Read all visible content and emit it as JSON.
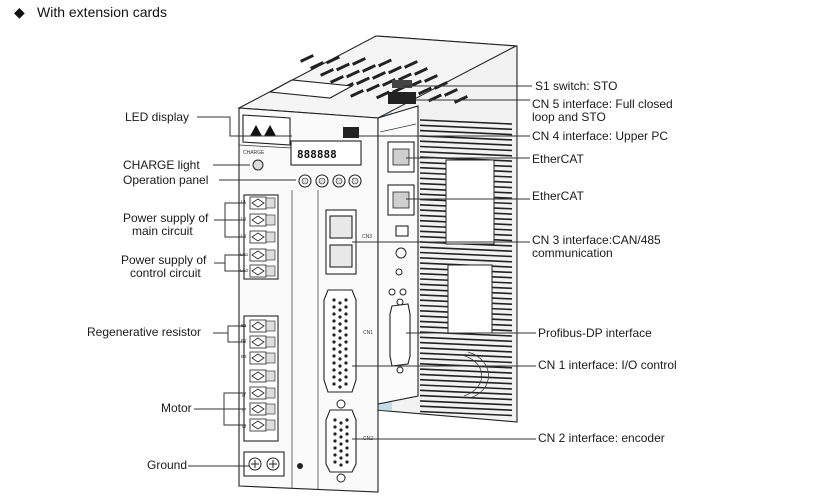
{
  "header": {
    "bullet": "◆",
    "title": "With extension cards"
  },
  "labels": {
    "led_display": "LED display",
    "charge_light": "CHARGE  light",
    "operation_panel": "Operation panel",
    "power_main_1": "Power supply of",
    "power_main_2": "main circuit",
    "power_control_1": "Power supply of",
    "power_control_2": "control circuit",
    "regenerative_resistor": "Regenerative resistor",
    "motor": "Motor",
    "ground": "Ground",
    "s1_switch": "S1 switch: STO",
    "cn5_1": "CN 5 interface: Full closed",
    "cn5_2": "loop and STO",
    "cn4": "CN 4 interface: Upper PC",
    "ethercat_1": "EtherCAT",
    "ethercat_2": "EtherCAT",
    "cn3_1": "CN 3 interface:CAN/485",
    "cn3_2": "communication",
    "profibus": "Profibus-DP interface",
    "cn1": "CN 1 interface: I/O control",
    "cn2": "CN 2 interface: encoder"
  },
  "device_text": {
    "led_digits": "888888",
    "charge": "CHARGE",
    "cn1_tag": "CN1",
    "cn2_tag": "CN2",
    "cn3_tag": "CN3",
    "term_l1": "L1",
    "term_l2": "L2",
    "term_l3": "L3",
    "term_lc1": "LC1",
    "term_lc2": "LC2",
    "term_b1": "B1",
    "term_b2": "B2",
    "term_b3": "B3",
    "term_u": "U",
    "term_v": "V",
    "term_w": "W"
  },
  "colors": {
    "line": "#333333",
    "device_fill": "#fafafa",
    "fins": "#222222",
    "accent_blue": "#9ec9e0"
  }
}
